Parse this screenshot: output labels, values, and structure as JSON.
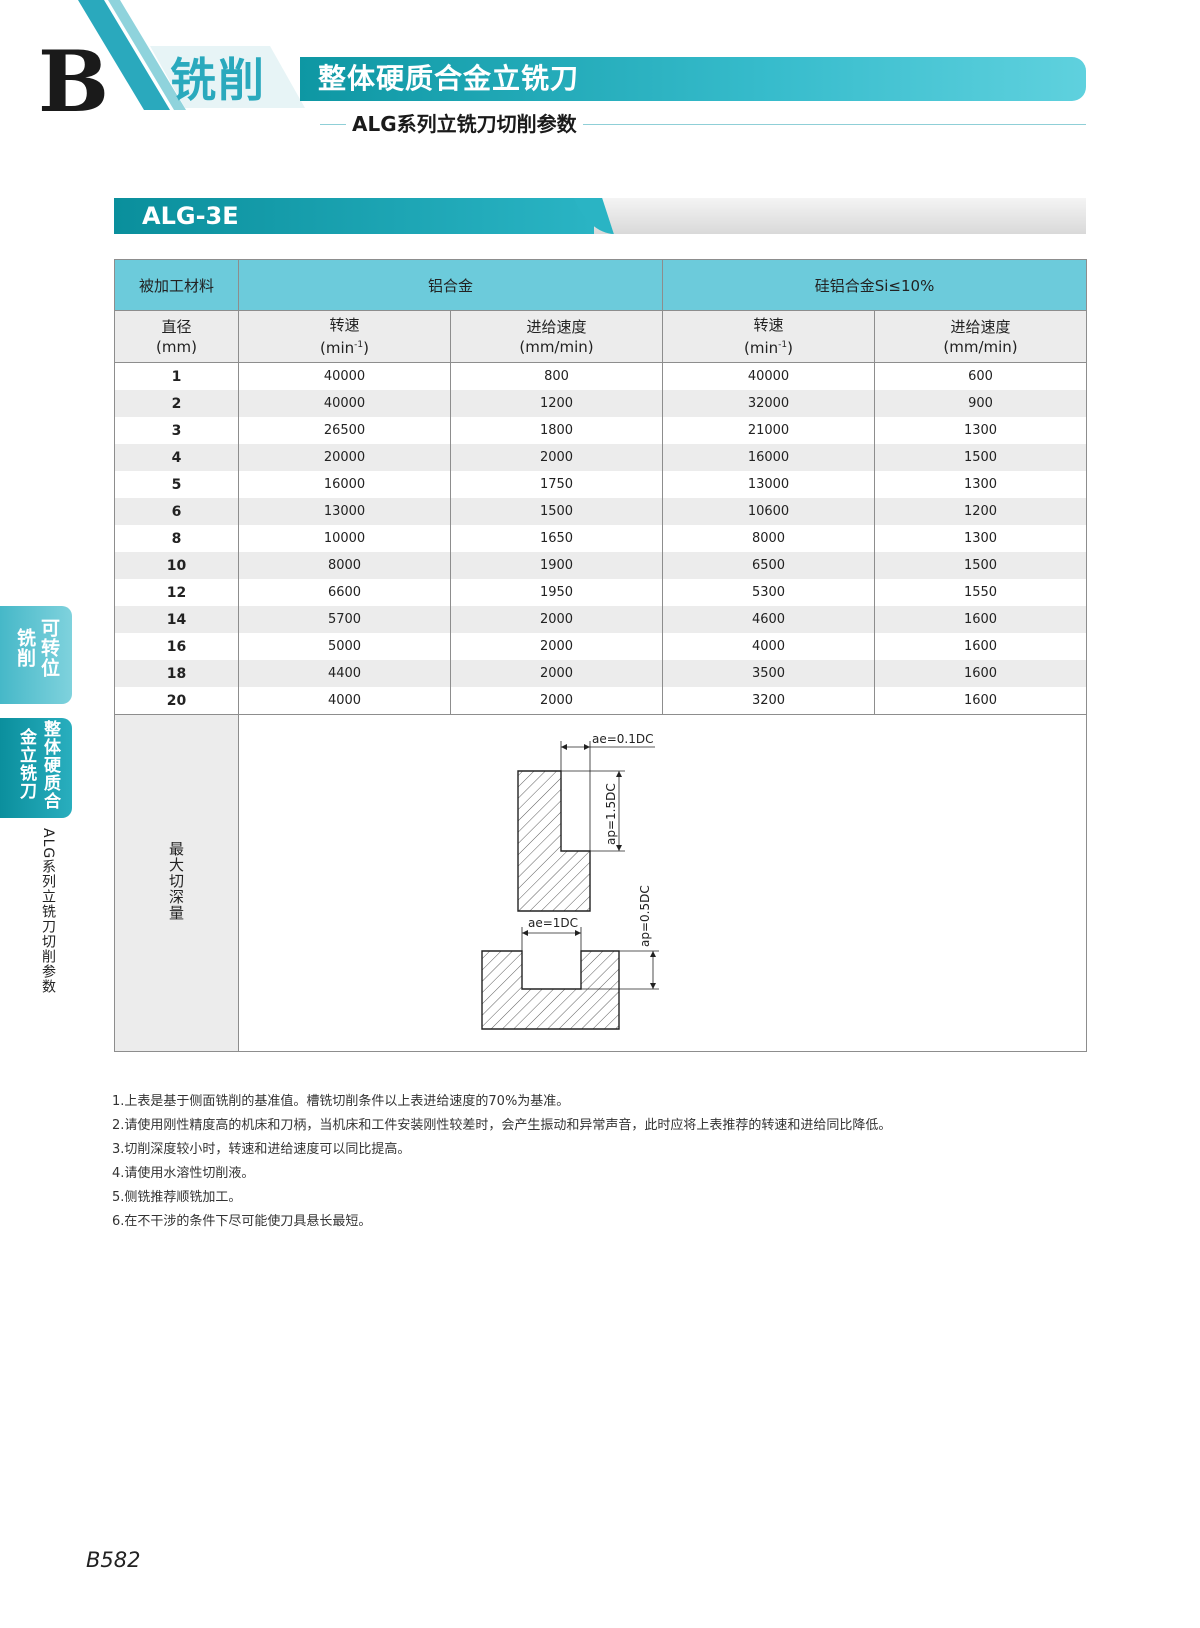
{
  "header": {
    "letter": "B",
    "section": "铣削",
    "title": "整体硬质合金立铣刀",
    "subtitle": "ALG系列立铣刀切削参数"
  },
  "model": "ALG-3E",
  "table": {
    "material_label": "被加工材料",
    "group1": "铝合金",
    "group2": "硅铝合金Si≤10%",
    "diameter": "直径",
    "diameter_unit": "(mm)",
    "speed": "转速",
    "speed_unit_base": "(min",
    "speed_unit_exp": "-1",
    "speed_unit_end": ")",
    "feed": "进给速度",
    "feed_unit": "(mm/min)",
    "rows": [
      {
        "d": "1",
        "s1": "40000",
        "f1": "800",
        "s2": "40000",
        "f2": "600"
      },
      {
        "d": "2",
        "s1": "40000",
        "f1": "1200",
        "s2": "32000",
        "f2": "900"
      },
      {
        "d": "3",
        "s1": "26500",
        "f1": "1800",
        "s2": "21000",
        "f2": "1300"
      },
      {
        "d": "4",
        "s1": "20000",
        "f1": "2000",
        "s2": "16000",
        "f2": "1500"
      },
      {
        "d": "5",
        "s1": "16000",
        "f1": "1750",
        "s2": "13000",
        "f2": "1300"
      },
      {
        "d": "6",
        "s1": "13000",
        "f1": "1500",
        "s2": "10600",
        "f2": "1200"
      },
      {
        "d": "8",
        "s1": "10000",
        "f1": "1650",
        "s2": "8000",
        "f2": "1300"
      },
      {
        "d": "10",
        "s1": "8000",
        "f1": "1900",
        "s2": "6500",
        "f2": "1500"
      },
      {
        "d": "12",
        "s1": "6600",
        "f1": "1950",
        "s2": "5300",
        "f2": "1550"
      },
      {
        "d": "14",
        "s1": "5700",
        "f1": "2000",
        "s2": "4600",
        "f2": "1600"
      },
      {
        "d": "16",
        "s1": "5000",
        "f1": "2000",
        "s2": "4000",
        "f2": "1600"
      },
      {
        "d": "18",
        "s1": "4400",
        "f1": "2000",
        "s2": "3500",
        "f2": "1600"
      },
      {
        "d": "20",
        "s1": "4000",
        "f1": "2000",
        "s2": "3200",
        "f2": "1600"
      }
    ],
    "depth_label": "最大切深量"
  },
  "diagram": {
    "ae_side": "ae=0.1DC",
    "ap_side": "ap=1.5DC",
    "ae_slot": "ae=1DC",
    "ap_slot": "ap=0.5DC"
  },
  "notes": [
    "1.上表是基于侧面铣削的基准值。槽铣切削条件以上表进给速度的70%为基准。",
    "2.请使用刚性精度高的机床和刀柄，当机床和工件安装刚性较差时，会产生振动和异常声音，此时应将上表推荐的转速和进给同比降低。",
    "3.切削深度较小时，转速和进给速度可以同比提高。",
    "4.请使用水溶性切削液。",
    "5.侧铣推荐顺铣加工。",
    "6.在不干涉的条件下尽可能使刀具悬长最短。"
  ],
  "side": {
    "tab1_col1": "可转位",
    "tab1_col2": "铣削",
    "tab2_col1": "整体硬质合",
    "tab2_col2": "金立铣刀",
    "vertical": "ALG系列立铣刀切削参数"
  },
  "page_number": "B582",
  "colors": {
    "accent": "#2aa9bd",
    "header_cell": "#6ccbdb",
    "stripe": "#ececec"
  }
}
